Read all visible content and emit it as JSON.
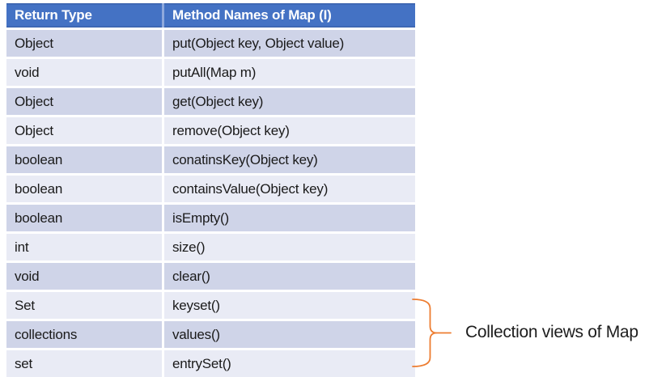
{
  "table": {
    "column_headers": [
      "Return Type",
      "Method Names of Map (I)"
    ],
    "rows": [
      {
        "return_type": "Object",
        "method": "put(Object key, Object value)"
      },
      {
        "return_type": "void",
        "method": "putAll(Map m)"
      },
      {
        "return_type": "Object",
        "method": "get(Object key)"
      },
      {
        "return_type": "Object",
        "method": "remove(Object key)"
      },
      {
        "return_type": "boolean",
        "method": "conatinsKey(Object key)"
      },
      {
        "return_type": "boolean",
        "method": "containsValue(Object key)"
      },
      {
        "return_type": "boolean",
        "method": "isEmpty()"
      },
      {
        "return_type": "int",
        "method": "size()"
      },
      {
        "return_type": "void",
        "method": "clear()"
      },
      {
        "return_type": "Set",
        "method": "keyset()"
      },
      {
        "return_type": "collections",
        "method": "values()"
      },
      {
        "return_type": "set",
        "method": "entrySet()"
      }
    ]
  },
  "annotation": {
    "label": "Collection views of Map",
    "brace_color": "#ED7D31",
    "spans_methods": [
      "keyset()",
      "values()",
      "entrySet()"
    ]
  },
  "colors": {
    "header_bg": "#4472C4",
    "header_text": "#FFFFFF",
    "band_dark": "#CFD4E8",
    "band_light": "#E9EBF5",
    "body_text": "#1A1A1A"
  }
}
